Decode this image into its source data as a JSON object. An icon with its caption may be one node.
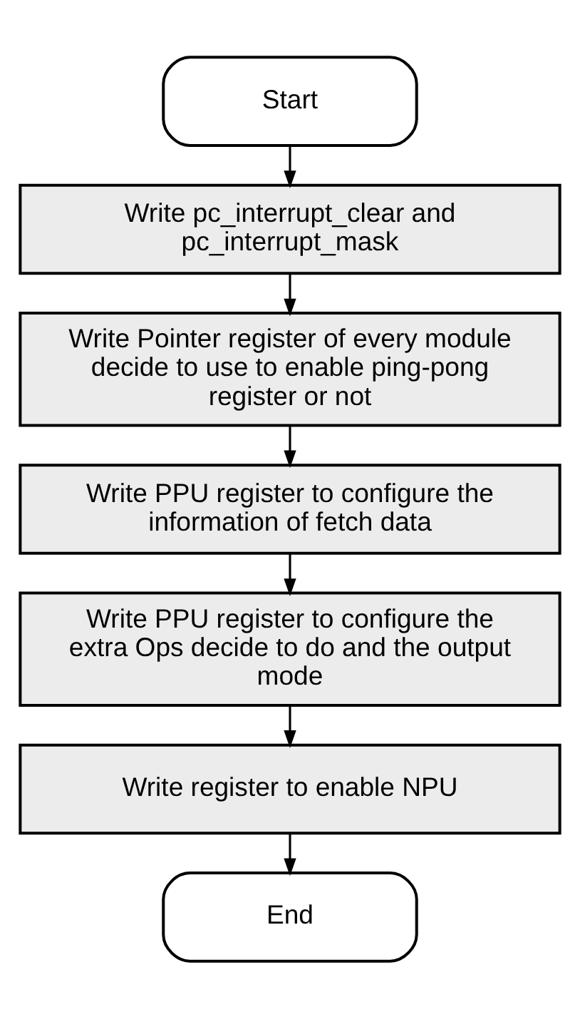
{
  "diagram": {
    "nodes": [
      {
        "text": [
          "Start"
        ]
      },
      {
        "text": [
          "Write pc_interrupt_clear and pc_interrupt_mask"
        ]
      },
      {
        "text": [
          "Write Pointer register of every module decide to use to enable ping-pong register or not"
        ]
      },
      {
        "text": [
          "Write PPU register to configure the information of fetch data"
        ]
      },
      {
        "text": [
          "Write PPU register to configure the extra Ops decide to do and the output mode"
        ]
      },
      {
        "text": [
          "Write register to enable NPU"
        ]
      },
      {
        "text": [
          "End"
        ]
      }
    ],
    "edges": [
      {
        "from": 0,
        "to": 1,
        "arrow": "to"
      },
      {
        "from": 1,
        "to": 2,
        "arrow": "to"
      },
      {
        "from": 2,
        "to": 3,
        "arrow": "to"
      },
      {
        "from": 3,
        "to": 4,
        "arrow": "to"
      },
      {
        "from": 4,
        "to": 5,
        "arrow": "to"
      },
      {
        "from": 5,
        "to": 6,
        "arrow": "to"
      }
    ]
  }
}
